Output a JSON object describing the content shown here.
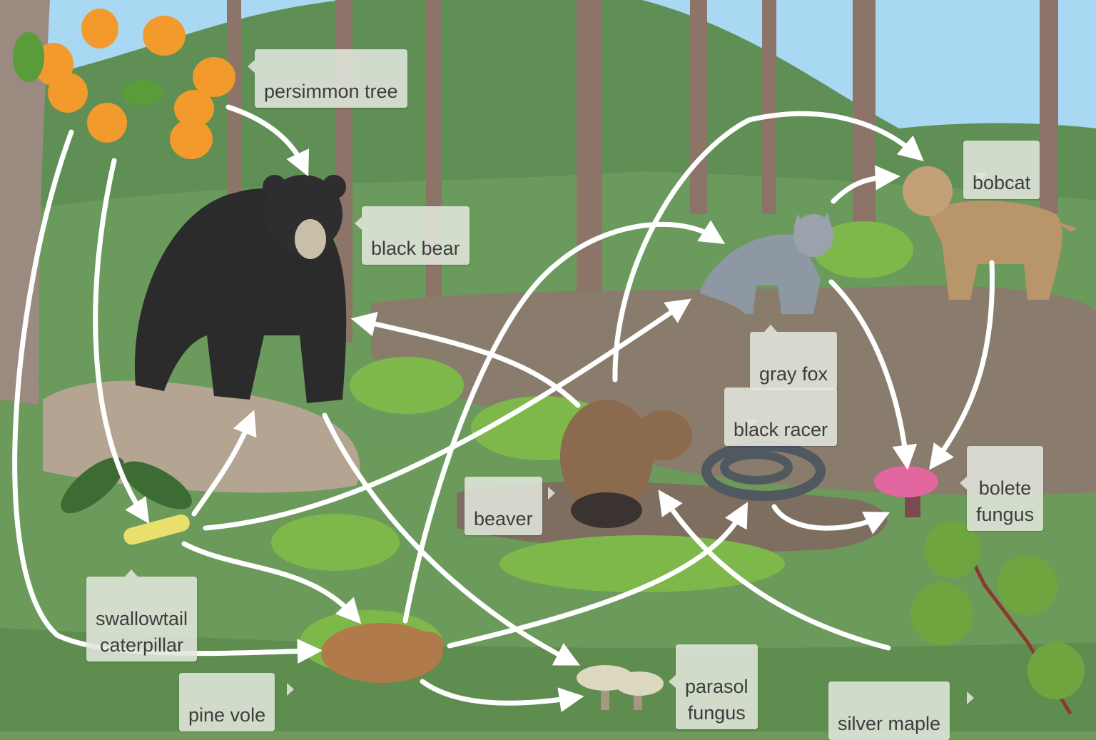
{
  "organisms": [
    {
      "id": "persimmon-tree",
      "label": "persimmon tree"
    },
    {
      "id": "black-bear",
      "label": "black bear"
    },
    {
      "id": "gray-fox",
      "label": "gray fox"
    },
    {
      "id": "bobcat",
      "label": "bobcat"
    },
    {
      "id": "black-racer",
      "label": "black racer"
    },
    {
      "id": "beaver",
      "label": "beaver"
    },
    {
      "id": "bolete-fungus",
      "label": "bolete\nfungus"
    },
    {
      "id": "swallowtail-caterpillar",
      "label": "swallowtail\ncaterpillar"
    },
    {
      "id": "pine-vole",
      "label": "pine vole"
    },
    {
      "id": "parasol-fungus",
      "label": "parasol\nfungus"
    },
    {
      "id": "silver-maple",
      "label": "silver maple"
    }
  ],
  "energy_flows": [
    {
      "from": "persimmon-tree",
      "to": "black-bear"
    },
    {
      "from": "persimmon-tree",
      "to": "swallowtail-caterpillar"
    },
    {
      "from": "persimmon-tree",
      "to": "pine-vole"
    },
    {
      "from": "swallowtail-caterpillar",
      "to": "black-bear"
    },
    {
      "from": "swallowtail-caterpillar",
      "to": "gray-fox"
    },
    {
      "from": "swallowtail-caterpillar",
      "to": "pine-vole"
    },
    {
      "from": "beaver",
      "to": "black-bear"
    },
    {
      "from": "beaver",
      "to": "bobcat"
    },
    {
      "from": "pine-vole",
      "to": "gray-fox"
    },
    {
      "from": "pine-vole",
      "to": "black-racer"
    },
    {
      "from": "pine-vole",
      "to": "parasol-fungus"
    },
    {
      "from": "gray-fox",
      "to": "bobcat"
    },
    {
      "from": "gray-fox",
      "to": "bolete-fungus"
    },
    {
      "from": "bobcat",
      "to": "bolete-fungus"
    },
    {
      "from": "black-racer",
      "to": "bolete-fungus"
    },
    {
      "from": "black-bear",
      "to": "parasol-fungus"
    },
    {
      "from": "silver-maple",
      "to": "beaver"
    }
  ],
  "colors": {
    "sky": "#a9d8f2",
    "hill": "#5f8f55",
    "ground": "#6c9a5a",
    "rock": "#8a7c6d",
    "arrow": "#ffffff",
    "label_bg": "#e1e6dc",
    "label_text": "#3d3d3d"
  }
}
